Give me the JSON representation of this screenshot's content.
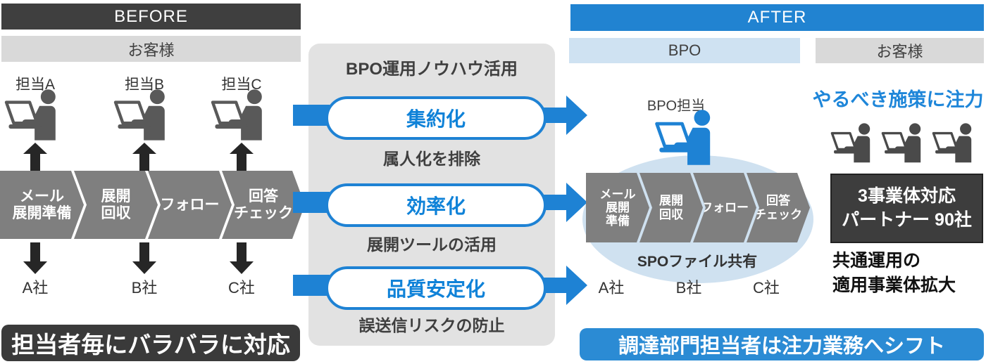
{
  "colors": {
    "accent_blue": "#1e82d4",
    "after_header_blue": "#2183d1",
    "bpo_lane_blue": "#cfe2f2",
    "ellipse_blue": "#cfe1f0",
    "lane_gray": "#d9d9d9",
    "chevron_gray": "#7f7f7f",
    "dark_gray": "#3a3a3a",
    "person_gray": "#595959"
  },
  "before": {
    "header": "BEFORE",
    "lane": "お客様",
    "agents": [
      {
        "label": "担当A",
        "company": "A社"
      },
      {
        "label": "担当B",
        "company": "B社"
      },
      {
        "label": "担当C",
        "company": "C社"
      }
    ],
    "process": [
      {
        "line1": "メール",
        "line2": "展開準備"
      },
      {
        "line1": "展開",
        "line2": "回収"
      },
      {
        "line1": "フォロー",
        "line2": ""
      },
      {
        "line1": "回答",
        "line2": "チェック"
      }
    ],
    "summary": "担当者毎にバラバラに対応"
  },
  "middle": {
    "title": "BPO運用ノウハウ活用",
    "items": [
      {
        "label": "集約化",
        "desc": "属人化を排除"
      },
      {
        "label": "効率化",
        "desc": "展開ツールの活用"
      },
      {
        "label": "品質安定化",
        "desc": "誤送信リスクの防止"
      }
    ]
  },
  "after": {
    "header": "AFTER",
    "lane_bpo": "BPO",
    "lane_customer": "お客様",
    "operator": "BPO担当",
    "process": [
      {
        "line1": "メール",
        "line2": "展開",
        "line3": "準備"
      },
      {
        "line1": "展開",
        "line2": "回収",
        "line3": ""
      },
      {
        "line1": "フォロー",
        "line2": "",
        "line3": ""
      },
      {
        "line1": "回答",
        "line2": "チェック",
        "line3": ""
      }
    ],
    "share": "SPOファイル共有",
    "companies": [
      "A社",
      "B社",
      "C社"
    ],
    "summary": "調達部門担当者は注力業務へシフト"
  },
  "customer": {
    "headline": "やるべき施策に注力",
    "partner_box": {
      "line1": "3事業体対応",
      "line2": "パートナー 90社"
    },
    "note": {
      "line1": "共通運用の",
      "line2": "適用事業体拡大"
    }
  }
}
